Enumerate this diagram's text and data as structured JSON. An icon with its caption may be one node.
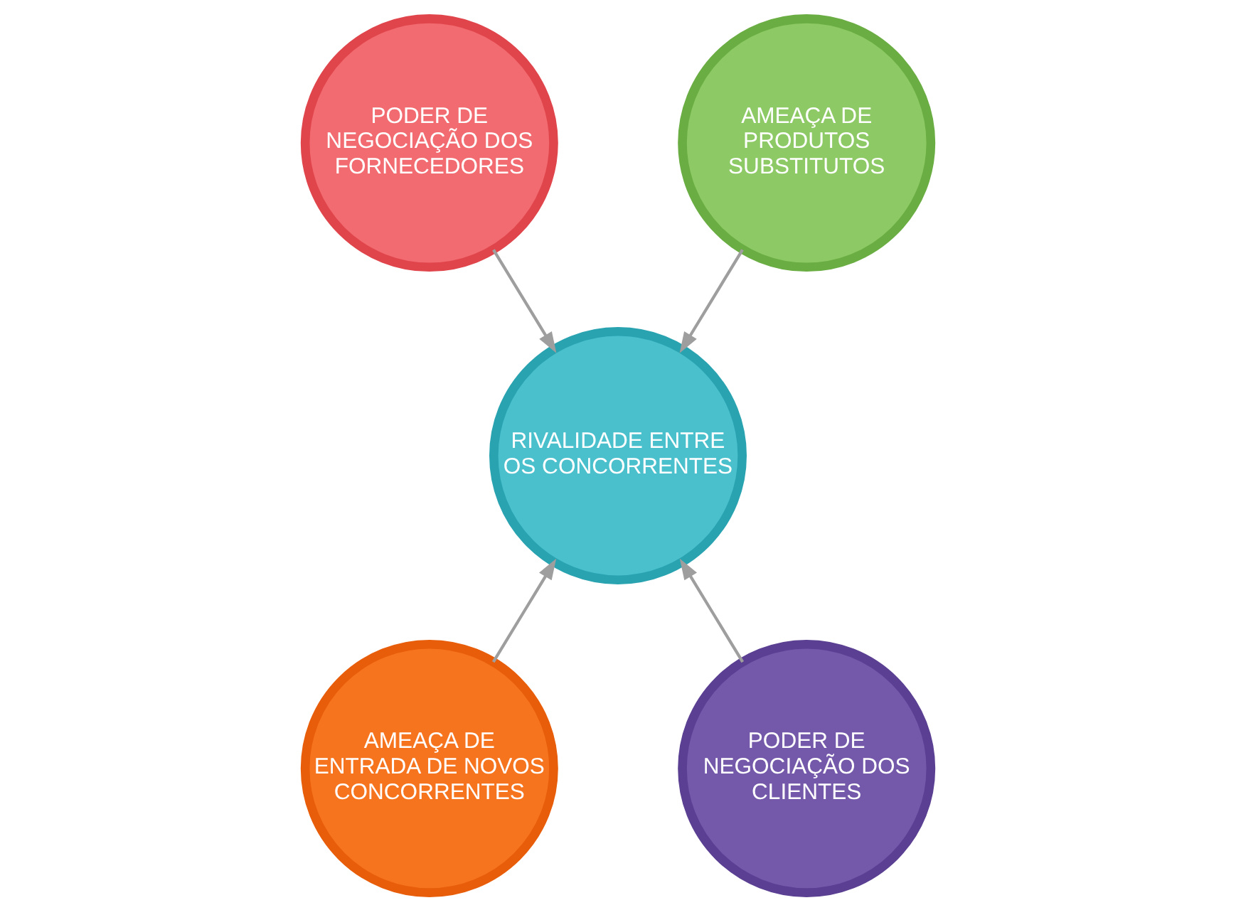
{
  "diagram": {
    "nodes": [
      {
        "text": [
          "PODER DE NEGOCIAÇÃO DOS FORNECEDORES"
        ]
      },
      {
        "text": [
          "AMEAÇA DE PRODUTOS SUBSTITUTOS"
        ]
      },
      {
        "text": [
          "RIVALIDADE ENTRE OS CONCORRENTES"
        ]
      },
      {
        "text": [
          "AMEAÇA DE ENTRADA DE NOVOS CONCORRENTES"
        ]
      },
      {
        "text": [
          "PODER DE NEGOCIAÇÃO DOS CLIENTES"
        ]
      }
    ],
    "edges": [
      {
        "from": 0,
        "to": 2,
        "arrow": "to"
      },
      {
        "from": 1,
        "to": 2,
        "arrow": "to"
      },
      {
        "from": 3,
        "to": 2,
        "arrow": "to"
      },
      {
        "from": 4,
        "to": 2,
        "arrow": "to"
      }
    ]
  }
}
